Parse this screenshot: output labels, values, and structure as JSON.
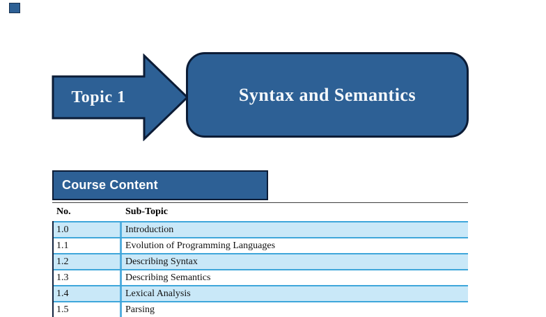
{
  "banner": {
    "topic_label": "Topic 1",
    "topic_title": "Syntax and Semantics"
  },
  "section": {
    "heading": "Course Content"
  },
  "table": {
    "columns": [
      "No.",
      "Sub-Topic"
    ],
    "rows": [
      {
        "no": "1.0",
        "subtopic": "Introduction"
      },
      {
        "no": "1.1",
        "subtopic": "Evolution of Programming Languages"
      },
      {
        "no": "1.2",
        "subtopic": "Describing Syntax"
      },
      {
        "no": "1.3",
        "subtopic": "Describing Semantics"
      },
      {
        "no": "1.4",
        "subtopic": "Lexical Analysis"
      },
      {
        "no": "1.5",
        "subtopic": "Parsing"
      }
    ]
  },
  "colors": {
    "shape_fill": "#2d6095",
    "shape_outline": "#0c1c36",
    "row_stripe": "#c9e8f8",
    "row_rule": "#3ea6da",
    "column_divider": "#55aede"
  }
}
